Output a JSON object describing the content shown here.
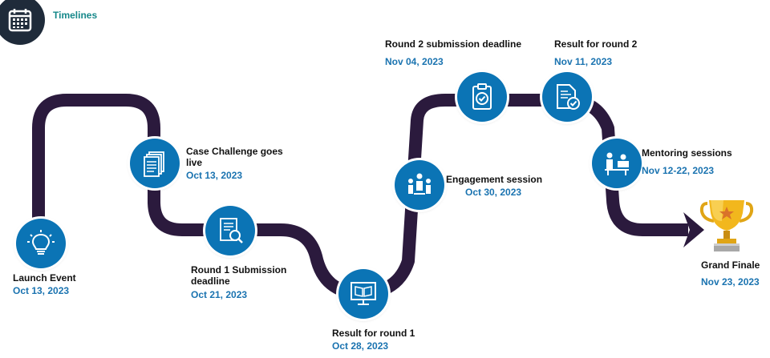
{
  "header": {
    "title": "Timelines",
    "icon": "calendar-icon"
  },
  "colors": {
    "path": "#2b1a3d",
    "node": "#0b74b5",
    "date": "#1a73b0",
    "header_title": "#16888a"
  },
  "milestones": [
    {
      "id": "launch",
      "title": "Launch Event",
      "date": "Oct 13, 2023",
      "icon": "lightbulb-icon"
    },
    {
      "id": "case",
      "title": "Case Challenge goes live",
      "date": "Oct 13, 2023",
      "icon": "documents-icon"
    },
    {
      "id": "round1-deadline",
      "title": "Round 1 Submission deadline",
      "date": "Oct 21, 2023",
      "icon": "document-search-icon"
    },
    {
      "id": "result1",
      "title": "Result for round 1",
      "date": "Oct 28, 2023",
      "icon": "monitor-book-icon"
    },
    {
      "id": "engagement",
      "title": "Engagement session",
      "date": "Oct 30, 2023",
      "icon": "meeting-icon"
    },
    {
      "id": "round2-deadline",
      "title": "Round 2 submission deadline",
      "date": "Nov 04, 2023",
      "icon": "clipboard-check-icon"
    },
    {
      "id": "result2",
      "title": "Result for round 2",
      "date": "Nov 11, 2023",
      "icon": "document-check-icon"
    },
    {
      "id": "mentoring",
      "title": "Mentoring sessions",
      "date": "Nov 12-22, 2023",
      "icon": "mentoring-icon"
    },
    {
      "id": "finale",
      "title": "Grand Finale",
      "date": "Nov 23, 2023",
      "icon": "trophy-icon"
    }
  ]
}
